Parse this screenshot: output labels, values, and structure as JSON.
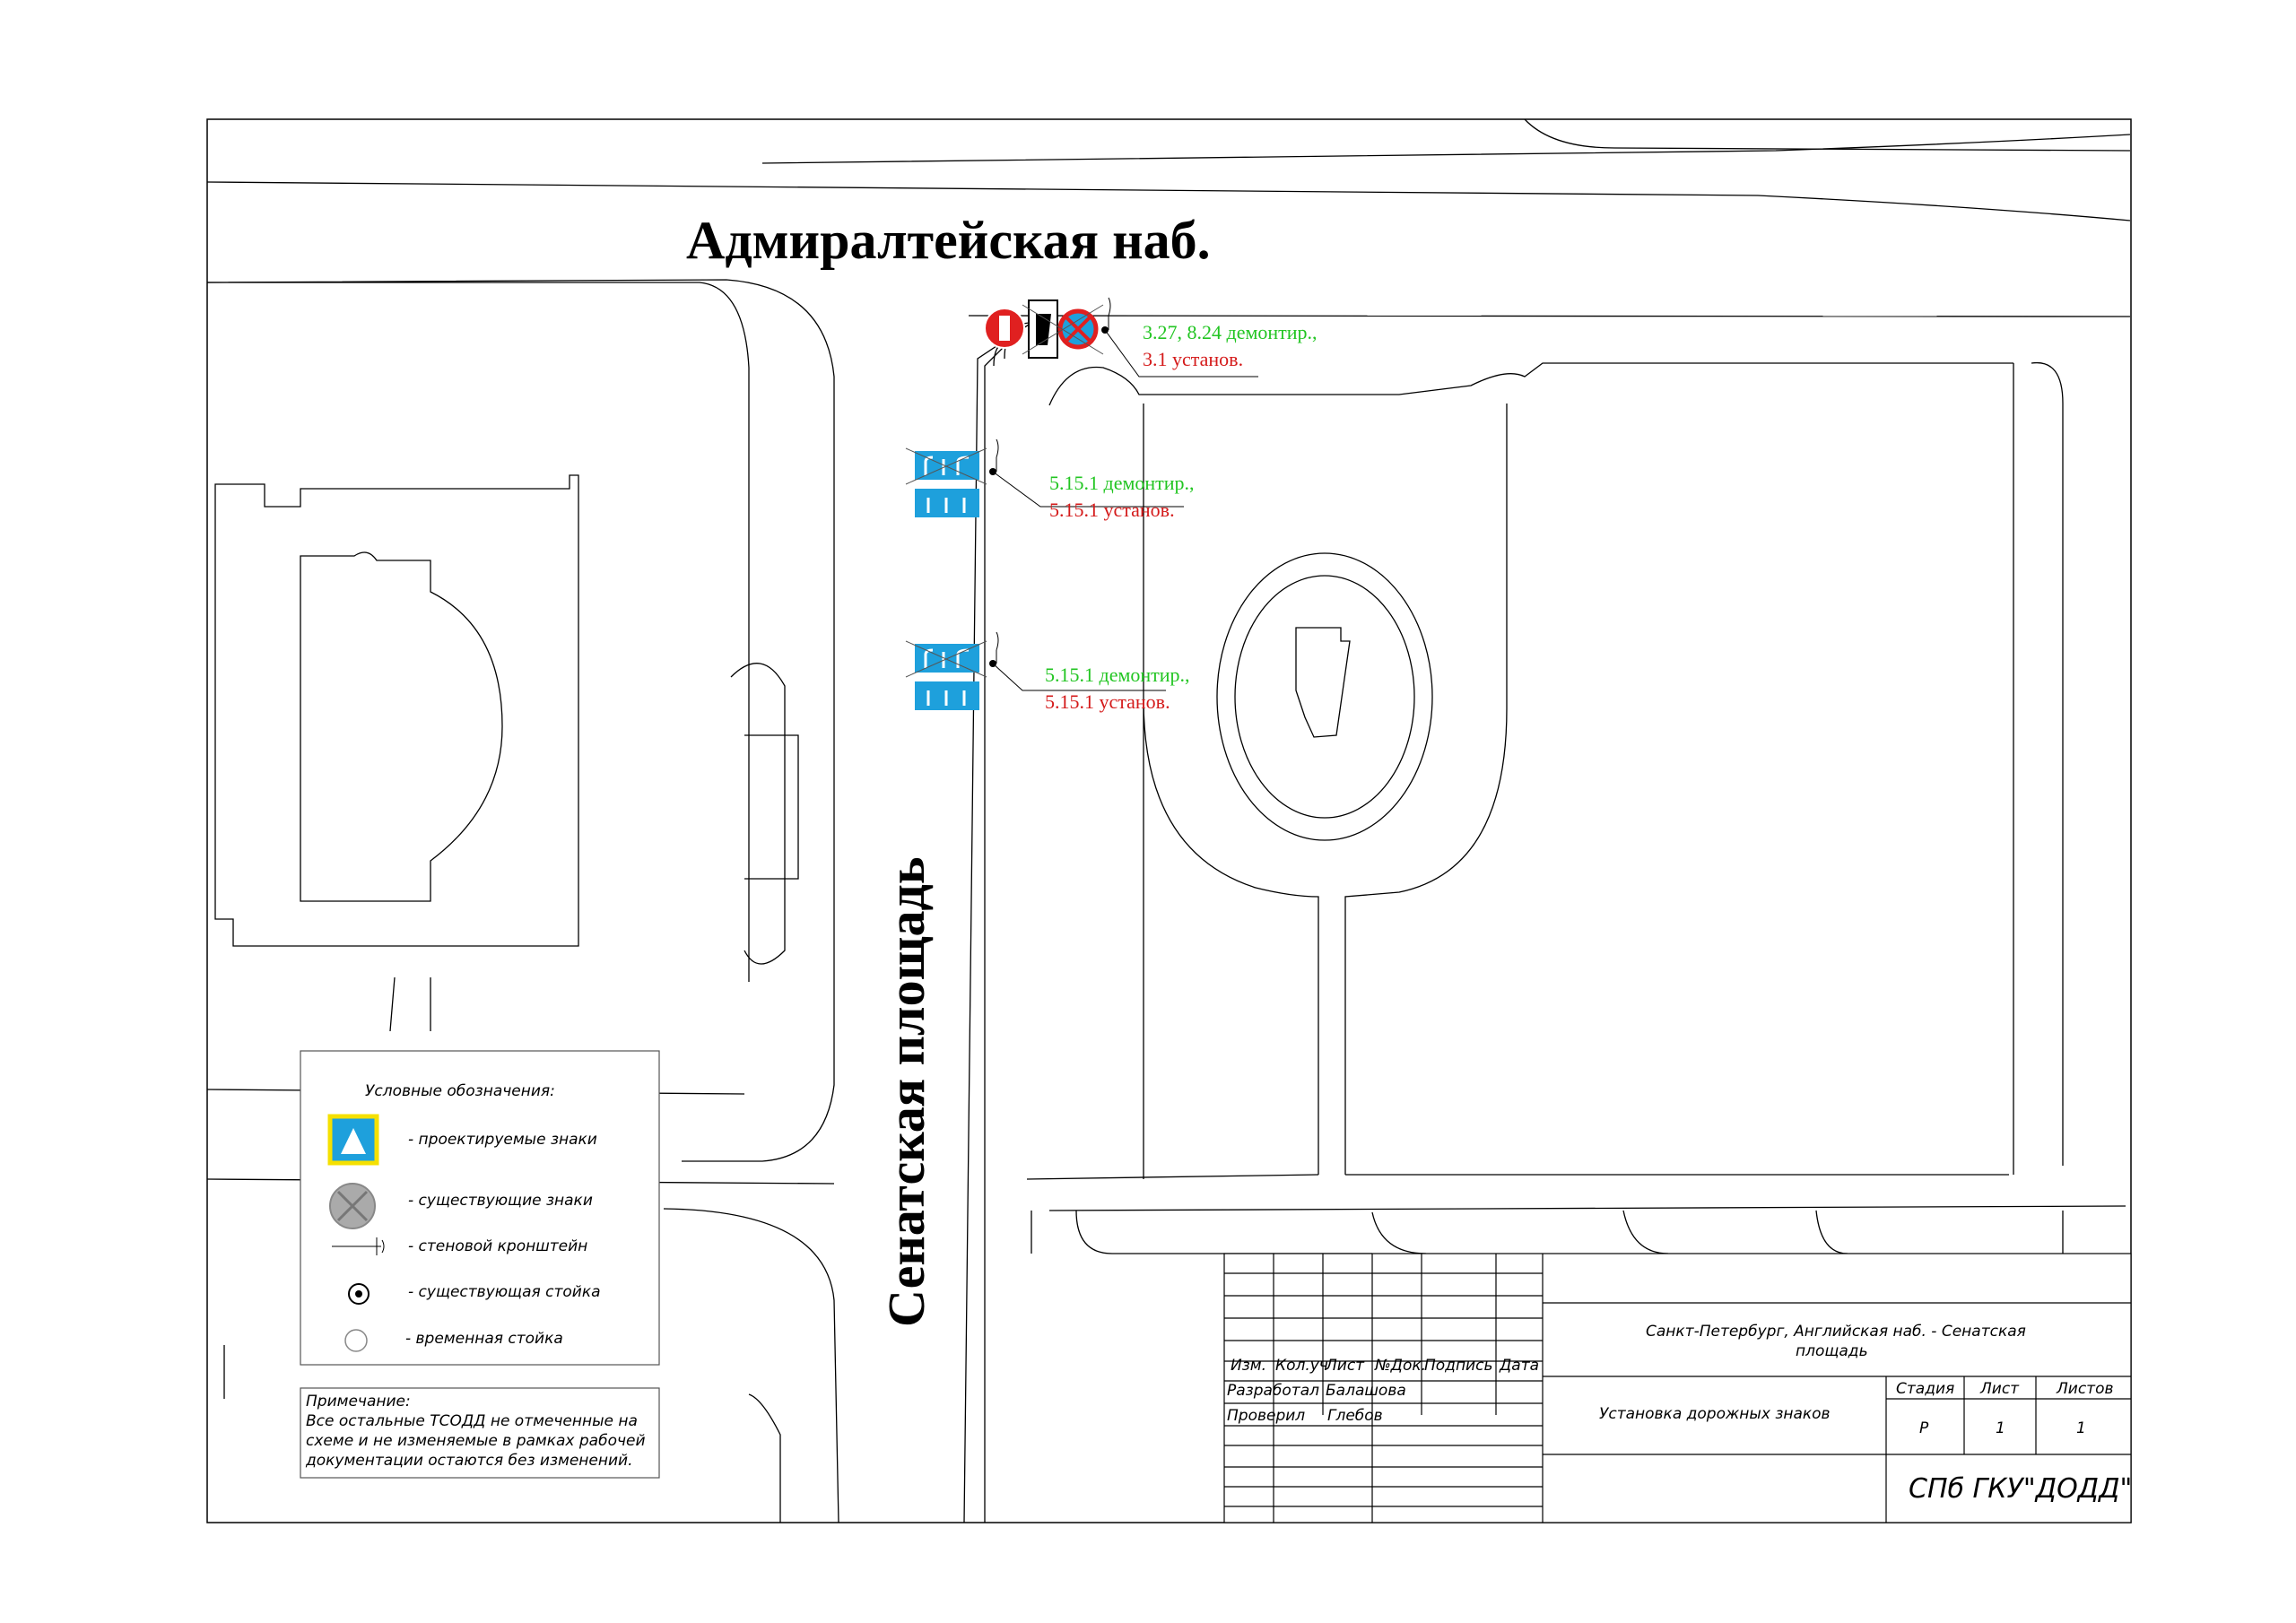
{
  "streets": {
    "admiralty": "Адмиралтейская наб.",
    "senate": "Сенатская площадь"
  },
  "callouts": [
    {
      "demolish": "3.27, 8.24 демонтир.,",
      "install": "3.1 установ."
    },
    {
      "demolish": "5.15.1 демонтир.,",
      "install": "5.15.1 установ."
    },
    {
      "demolish": "5.15.1 демонтир.,",
      "install": "5.15.1 установ."
    }
  ],
  "legend": {
    "title": "Условные обозначения:",
    "items": [
      {
        "icon": "designed-sign-icon",
        "label": "- проектируемые знаки"
      },
      {
        "icon": "existing-sign-icon",
        "label": "- существующие знаки"
      },
      {
        "icon": "wall-bracket-icon",
        "label": "- стеновой кронштейн"
      },
      {
        "icon": "existing-post-icon",
        "label": "- существующая стойка"
      },
      {
        "icon": "temporary-post-icon",
        "label": "- временная стойка"
      }
    ]
  },
  "note": {
    "title": "Примечание:",
    "lines": [
      "Все остальные ТСОДД не отмеченные на",
      "схеме и не изменяемые в рамках рабочей",
      "документации остаются без изменений."
    ]
  },
  "title_block": {
    "headers": [
      "Изм.",
      "Кол.уч",
      "Лист",
      "№Док.",
      "Подпись",
      "Дата"
    ],
    "developed_label": "Разработал",
    "developed_name": "Балашова",
    "checked_label": "Проверил",
    "checked_name": "Глебов",
    "project_line1": "Санкт-Петербург, Английская наб. - Сенатская",
    "project_line2": "площадь",
    "drawing_title": "Установка дорожных знаков",
    "stage_label": "Стадия",
    "sheet_label": "Лист",
    "sheets_label": "Листов",
    "stage": "Р",
    "sheet": "1",
    "sheets": "1",
    "organization": "СПб ГКУ\"ДОДД\""
  },
  "colors": {
    "sign_blue": "#1ea0dc",
    "sign_red": "#e02020",
    "callout_green": "#22c522",
    "callout_red": "#d41a1a"
  }
}
